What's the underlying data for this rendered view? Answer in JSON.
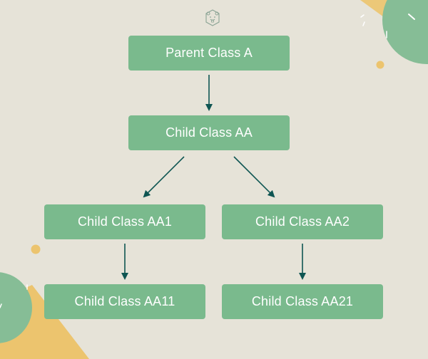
{
  "diagram": {
    "type": "class-hierarchy",
    "logo_icon": "bear-hexagon-logo-icon",
    "nodes": [
      {
        "id": "A",
        "label": "Parent Class A"
      },
      {
        "id": "AA",
        "label": "Child Class AA"
      },
      {
        "id": "AA1",
        "label": "Child Class AA1"
      },
      {
        "id": "AA2",
        "label": "Child Class AA2"
      },
      {
        "id": "AA11",
        "label": "Child Class AA11"
      },
      {
        "id": "AA21",
        "label": "Child Class AA21"
      }
    ],
    "edges": [
      {
        "from": "A",
        "to": "AA"
      },
      {
        "from": "AA",
        "to": "AA1"
      },
      {
        "from": "AA",
        "to": "AA2"
      },
      {
        "from": "AA1",
        "to": "AA11"
      },
      {
        "from": "AA2",
        "to": "AA21"
      }
    ]
  },
  "colors": {
    "background": "#e6e3d8",
    "node_fill": "#7aba8d",
    "node_text": "#ffffff",
    "arrow": "#0e5552",
    "accent_green": "#86bd96",
    "accent_yellow": "#ecc46e"
  }
}
